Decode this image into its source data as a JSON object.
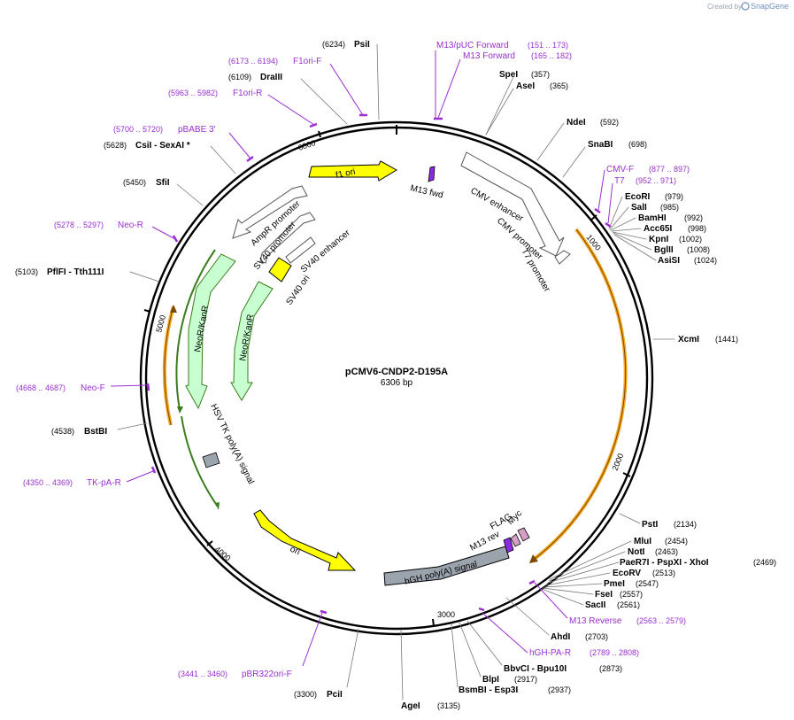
{
  "brand": {
    "created_by": "Created by",
    "name": "SnapGene"
  },
  "plasmid": {
    "name": "pCMV6-CNDP2-D195A",
    "size": "6306 bp"
  },
  "ring_ticks": [
    {
      "label": "1000",
      "pos": 1000
    },
    {
      "label": "2000",
      "pos": 2000
    },
    {
      "label": "3000",
      "pos": 3000
    },
    {
      "label": "4000",
      "pos": 4000
    },
    {
      "label": "5000",
      "pos": 5000
    },
    {
      "label": "6000",
      "pos": 6000
    }
  ],
  "enzymes": [
    {
      "name": "PsiI",
      "pos": "(6234)"
    },
    {
      "name": "SpeI",
      "pos": "(357)"
    },
    {
      "name": "AseI",
      "pos": "(365)"
    },
    {
      "name": "NdeI",
      "pos": "(592)"
    },
    {
      "name": "SnaBI",
      "pos": "(698)"
    },
    {
      "name": "EcoRI",
      "pos": "(979)"
    },
    {
      "name": "SalI",
      "pos": "(985)"
    },
    {
      "name": "BamHI",
      "pos": "(992)"
    },
    {
      "name": "Acc65I",
      "pos": "(998)"
    },
    {
      "name": "KpnI",
      "pos": "(1002)"
    },
    {
      "name": "BglII",
      "pos": "(1008)"
    },
    {
      "name": "AsiSI",
      "pos": "(1024)"
    },
    {
      "name": "XcmI",
      "pos": "(1441)"
    },
    {
      "name": "PstI",
      "pos": "(2134)"
    },
    {
      "name": "MluI",
      "pos": "(2454)"
    },
    {
      "name": "NotI",
      "pos": "(2463)"
    },
    {
      "name": "PaeR7I - PspXI - XhoI",
      "pos": "(2469)"
    },
    {
      "name": "EcoRV",
      "pos": "(2513)"
    },
    {
      "name": "PmeI",
      "pos": "(2547)"
    },
    {
      "name": "FseI",
      "pos": "(2557)"
    },
    {
      "name": "SacII",
      "pos": "(2561)"
    },
    {
      "name": "AhdI",
      "pos": "(2703)"
    },
    {
      "name": "BbvCI - Bpu10I",
      "pos": "(2873)"
    },
    {
      "name": "BlpI",
      "pos": "(2917)"
    },
    {
      "name": "BsmBI - Esp3I",
      "pos": "(2937)"
    },
    {
      "name": "AgeI",
      "pos": "(3135)"
    },
    {
      "name": "PciI",
      "pos": "(3300)"
    },
    {
      "name": "BstBI",
      "pos": "(4538)"
    },
    {
      "name": "PflFI - Tth111I",
      "pos": "(5103)"
    },
    {
      "name": "SfiI",
      "pos": "(5450)"
    },
    {
      "name": "CsiI - SexAI *",
      "pos": "(5628)"
    },
    {
      "name": "DraIII",
      "pos": "(6109)"
    }
  ],
  "primers": [
    {
      "name": "M13/pUC Forward",
      "pos": "(151 .. 173)"
    },
    {
      "name": "M13 Forward",
      "pos": "(165 .. 182)"
    },
    {
      "name": "F1ori-F",
      "pos": "(6173 .. 6194)"
    },
    {
      "name": "F1ori-R",
      "pos": "(5963 .. 5982)"
    },
    {
      "name": "pBABE 3'",
      "pos": "(5700 .. 5720)"
    },
    {
      "name": "Neo-R",
      "pos": "(5278 .. 5297)"
    },
    {
      "name": "Neo-F",
      "pos": "(4668 .. 4687)"
    },
    {
      "name": "TK-pA-R",
      "pos": "(4350 .. 4369)"
    },
    {
      "name": "CMV-F",
      "pos": "(877 .. 897)"
    },
    {
      "name": "T7",
      "pos": "(952 .. 971)"
    },
    {
      "name": "M13 Reverse",
      "pos": "(2563 .. 2579)"
    },
    {
      "name": "hGH-PA-R",
      "pos": "(2789 .. 2808)"
    },
    {
      "name": "pBR322ori-F",
      "pos": "(3441 .. 3460)"
    }
  ],
  "features": [
    {
      "name": "f1 ori",
      "color": "#ffff00"
    },
    {
      "name": "M13 fwd",
      "color": "#8a2be2"
    },
    {
      "name": "CMV enhancer",
      "color": "#ffffff"
    },
    {
      "name": "CMV promoter",
      "color": "#ffffff"
    },
    {
      "name": "T7 promoter",
      "color": "#ffffff"
    },
    {
      "name": "AmpR promoter",
      "color": "#ffffff"
    },
    {
      "name": "SV40 promoter",
      "color": "#ffffff"
    },
    {
      "name": "SV40 enhancer",
      "color": "#ffffff"
    },
    {
      "name": "SV40 ori",
      "color": "#ffff00"
    },
    {
      "name": "NeoR/KanR",
      "color": "#c8ffd0"
    },
    {
      "name": "NeoR/KanR",
      "color": "#c8ffd0"
    },
    {
      "name": "HSV TK poly(A) signal",
      "color": "#9ba3ad"
    },
    {
      "name": "ori",
      "color": "#ffff00"
    },
    {
      "name": "hGH poly(A) signal",
      "color": "#9ba3ad"
    },
    {
      "name": "M13 rev",
      "color": "#8a2be2"
    },
    {
      "name": "FLAG",
      "color": "#d6a0c6"
    },
    {
      "name": "Myc",
      "color": "#d6a0c6"
    }
  ],
  "colors": {
    "primer": "#9a2fd0",
    "orf_orange": "#f5a623",
    "backbone": "#000000",
    "enzyme_line": "#777777"
  }
}
